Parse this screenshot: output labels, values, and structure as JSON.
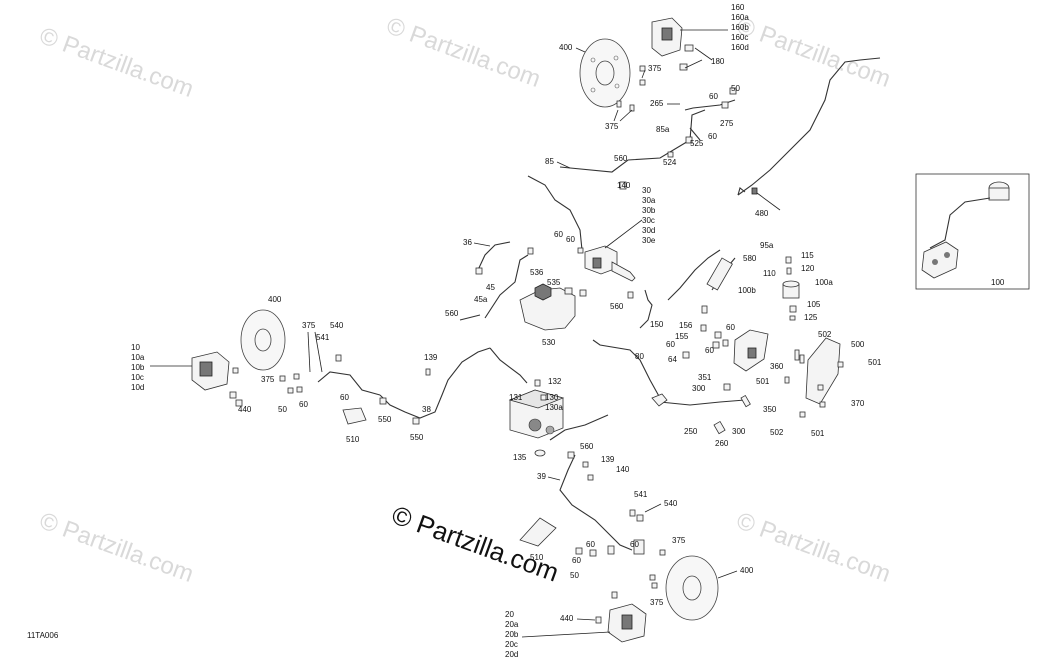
{
  "diagram_code": "11TA006",
  "watermark": {
    "small": "© Partzilla.com",
    "large": "© Partzilla.com"
  },
  "callouts": {
    "c10": [
      "10",
      "10a",
      "10b",
      "10c",
      "10d"
    ],
    "c20": [
      "20",
      "20a",
      "20b",
      "20c",
      "20d"
    ],
    "c30": [
      "30",
      "30a",
      "30b",
      "30c",
      "30d",
      "30e"
    ],
    "c160": [
      "160",
      "160a",
      "160b",
      "160c",
      "160d"
    ],
    "n36": "36",
    "n38": "38",
    "n39": "39",
    "n45": "45",
    "n45a": "45a",
    "n50a": "50",
    "n50b": "50",
    "n50c": "50",
    "n60a": "60",
    "n60b": "60",
    "n60c": "60",
    "n60d": "60",
    "n60e": "60",
    "n60f": "60",
    "n60g": "60",
    "n60h": "60",
    "n60i": "60",
    "n60j": "60",
    "n60k": "60",
    "n60l": "60",
    "n64": "64",
    "n80": "80",
    "n85": "85",
    "n85a": "85a",
    "n95a": "95a",
    "n100": "100",
    "n100a": "100a",
    "n100b": "100b",
    "n105": "105",
    "n110": "110",
    "n115": "115",
    "n120": "120",
    "n125": "125",
    "n130": "130",
    "n130a": "130a",
    "n131": "131",
    "n132": "132",
    "n135": "135",
    "n139a": "139",
    "n139b": "139",
    "n140a": "140",
    "n140b": "140",
    "n150": "150",
    "n155": "155",
    "n156": "156",
    "n180": "180",
    "n250": "250",
    "n260": "260",
    "n265": "265",
    "n275": "275",
    "n300a": "300",
    "n300b": "300",
    "n350": "350",
    "n351": "351",
    "n360": "360",
    "n370": "370",
    "n375a": "375",
    "n375b": "375",
    "n375c": "375",
    "n375d": "375",
    "n375e": "375",
    "n375f": "375",
    "n400a": "400",
    "n400b": "400",
    "n400c": "400",
    "n440a": "440",
    "n440b": "440",
    "n480": "480",
    "n500": "500",
    "n501a": "501",
    "n501b": "501",
    "n501c": "501",
    "n502a": "502",
    "n502b": "502",
    "n510a": "510",
    "n510b": "510",
    "n524": "524",
    "n525": "525",
    "n530": "530",
    "n535": "535",
    "n536": "536",
    "n540a": "540",
    "n540b": "540",
    "n541a": "541",
    "n541b": "541",
    "n550a": "550",
    "n550b": "550",
    "n560a": "560",
    "n560b": "560",
    "n560c": "560",
    "n560d": "560",
    "n580": "580"
  },
  "colors": {
    "ink": "#111111",
    "line": "#222222",
    "watermark": "#d9d9d9",
    "background": "#ffffff"
  }
}
